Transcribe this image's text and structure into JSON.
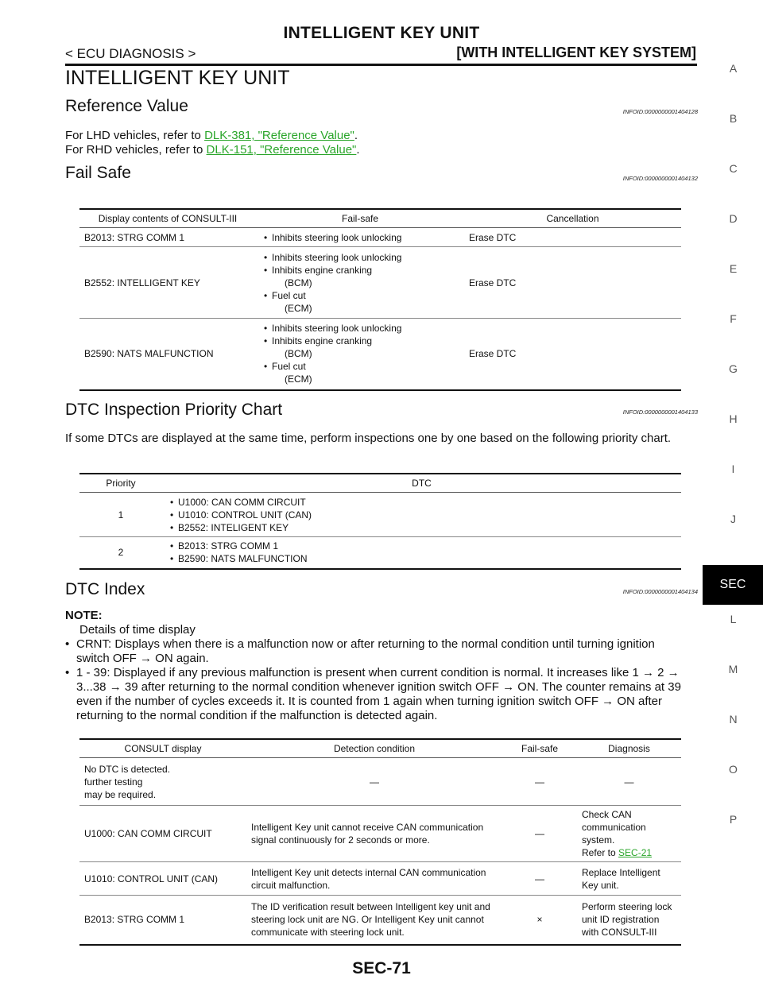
{
  "header": {
    "title": "INTELLIGENT KEY UNIT",
    "left": "< ECU DIAGNOSIS >",
    "right": "[WITH INTELLIGENT KEY SYSTEM]"
  },
  "main_title": "INTELLIGENT KEY UNIT",
  "reference": {
    "heading": "Reference Value",
    "infoid": "INFOID:0000000001404128",
    "lhd_text": "For LHD vehicles, refer to ",
    "lhd_link": "DLK-381, \"Reference Value\"",
    "rhd_text": "For RHD vehicles, refer to ",
    "rhd_link": "DLK-151, \"Reference Value\"",
    "period": "."
  },
  "failsafe": {
    "heading": "Fail Safe",
    "infoid": "INFOID:0000000001404132",
    "columns": [
      "Display contents of CONSULT-III",
      "Fail-safe",
      "Cancellation"
    ],
    "rows": [
      {
        "display": "B2013: STRG COMM 1",
        "items": [
          "Inhibits steering look unlocking"
        ],
        "cancel": "Erase DTC"
      },
      {
        "display": "B2552: INTELLIGENT KEY",
        "items": [
          "Inhibits steering look unlocking",
          "Inhibits  engine cranking",
          "(BCM)",
          "Fuel cut",
          "(ECM)"
        ],
        "cancel": "Erase DTC"
      },
      {
        "display": "B2590: NATS MALFUNCTION",
        "items": [
          "Inhibits steering look unlocking",
          "Inhibits  engine cranking",
          "(BCM)",
          "Fuel cut",
          "(ECM)"
        ],
        "cancel": "Erase DTC"
      }
    ]
  },
  "priority": {
    "heading": "DTC Inspection Priority Chart",
    "infoid": "INFOID:0000000001404133",
    "intro": "If some DTCs are displayed at the same time, perform inspections one by one based on the following priority chart.",
    "columns": [
      "Priority",
      "DTC"
    ],
    "rows": [
      {
        "priority": "1",
        "dtcs": [
          "U1000: CAN COMM CIRCUIT",
          "U1010: CONTROL UNIT (CAN)",
          "B2552: INTELIGENT KEY"
        ]
      },
      {
        "priority": "2",
        "dtcs": [
          "B2013: STRG COMM 1",
          "B2590: NATS MALFUNCTION"
        ]
      }
    ]
  },
  "index": {
    "heading": "DTC Index",
    "infoid": "INFOID:0000000001404134",
    "note_label": "NOTE:",
    "note_sub": "Details of time display",
    "bullets": [
      "CRNT: Displays when there is a malfunction now or after returning to the normal condition until turning ignition switch OFF → ON again.",
      "1 - 39: Displayed if any previous malfunction is present when current condition is normal. It increases like 1 → 2 → 3...38 → 39 after returning to the normal condition whenever ignition switch OFF → ON. The counter remains at 39 even if the number of cycles exceeds it. It is counted from 1 again when turning ignition switch OFF → ON after returning to the normal condition if the malfunction is detected again."
    ],
    "columns": [
      "CONSULT display",
      "Detection condition",
      "Fail-safe",
      "Diagnosis"
    ],
    "rows": [
      {
        "display": "No DTC is detected.\nfurther testing\nmay be required.",
        "condition": "—",
        "failsafe": "—",
        "diagnosis": "—"
      },
      {
        "display": "U1000: CAN COMM CIRCUIT",
        "condition": "Intelligent Key unit cannot receive CAN communication signal continuously for 2 seconds or more.",
        "failsafe": "—",
        "diagnosis": "Check CAN communication system.",
        "diag_ref": "Refer to ",
        "diag_link": "SEC-21"
      },
      {
        "display": "U1010: CONTROL UNIT (CAN)",
        "condition": "Intelligent Key unit detects internal CAN communication circuit malfunction.",
        "failsafe": "—",
        "diagnosis": "Replace Intelligent Key unit."
      },
      {
        "display": "B2013: STRG COMM 1",
        "condition": "The ID verification result between Intelligent key unit and steering lock unit are NG. Or Intelligent Key unit cannot communicate with steering lock unit.",
        "failsafe": "×",
        "diagnosis": "Perform steering lock unit ID registration with CONSULT-III"
      }
    ]
  },
  "side_index": [
    "A",
    "B",
    "C",
    "D",
    "E",
    "F",
    "G",
    "H",
    "I",
    "J",
    "SEC",
    "L",
    "M",
    "N",
    "O",
    "P"
  ],
  "side_active": "SEC",
  "footer": "SEC-71"
}
